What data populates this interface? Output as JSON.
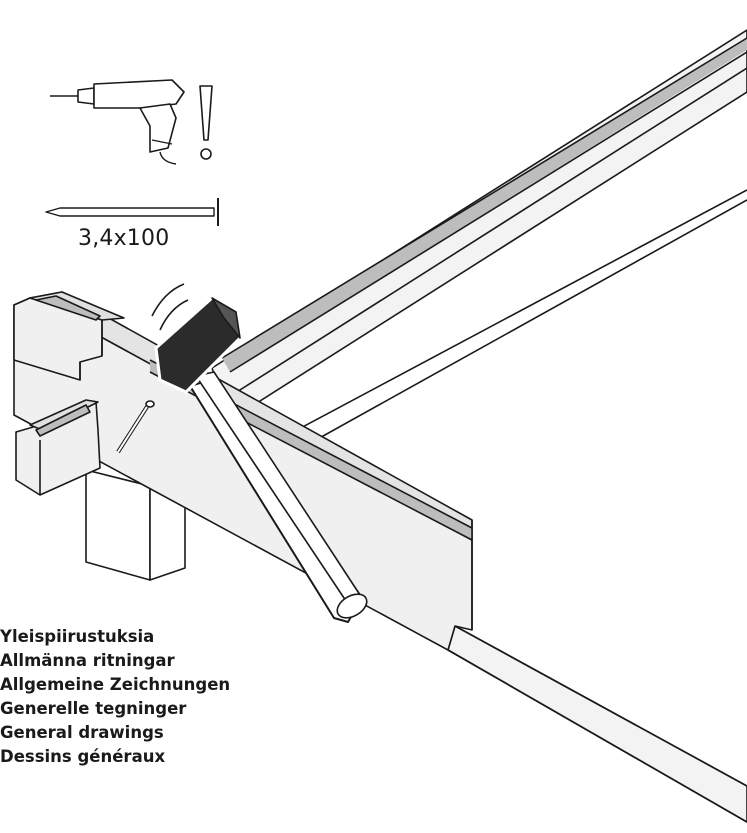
{
  "nail_dimension": "3,4x100",
  "captions": [
    "Yleispiirustuksia",
    "Allmänna ritningar",
    "Allgemeine Zeichnungen",
    "Generelle tegninger",
    "General drawings",
    "Dessins généraux"
  ],
  "colors": {
    "line": "#1a1a1a",
    "panel": "#f0f0f0",
    "groove": "#bdbdbd",
    "hammer_head": "#2b2b2b"
  },
  "icons": [
    "drill-icon",
    "exclamation-icon",
    "nail-icon",
    "hammer-icon"
  ]
}
